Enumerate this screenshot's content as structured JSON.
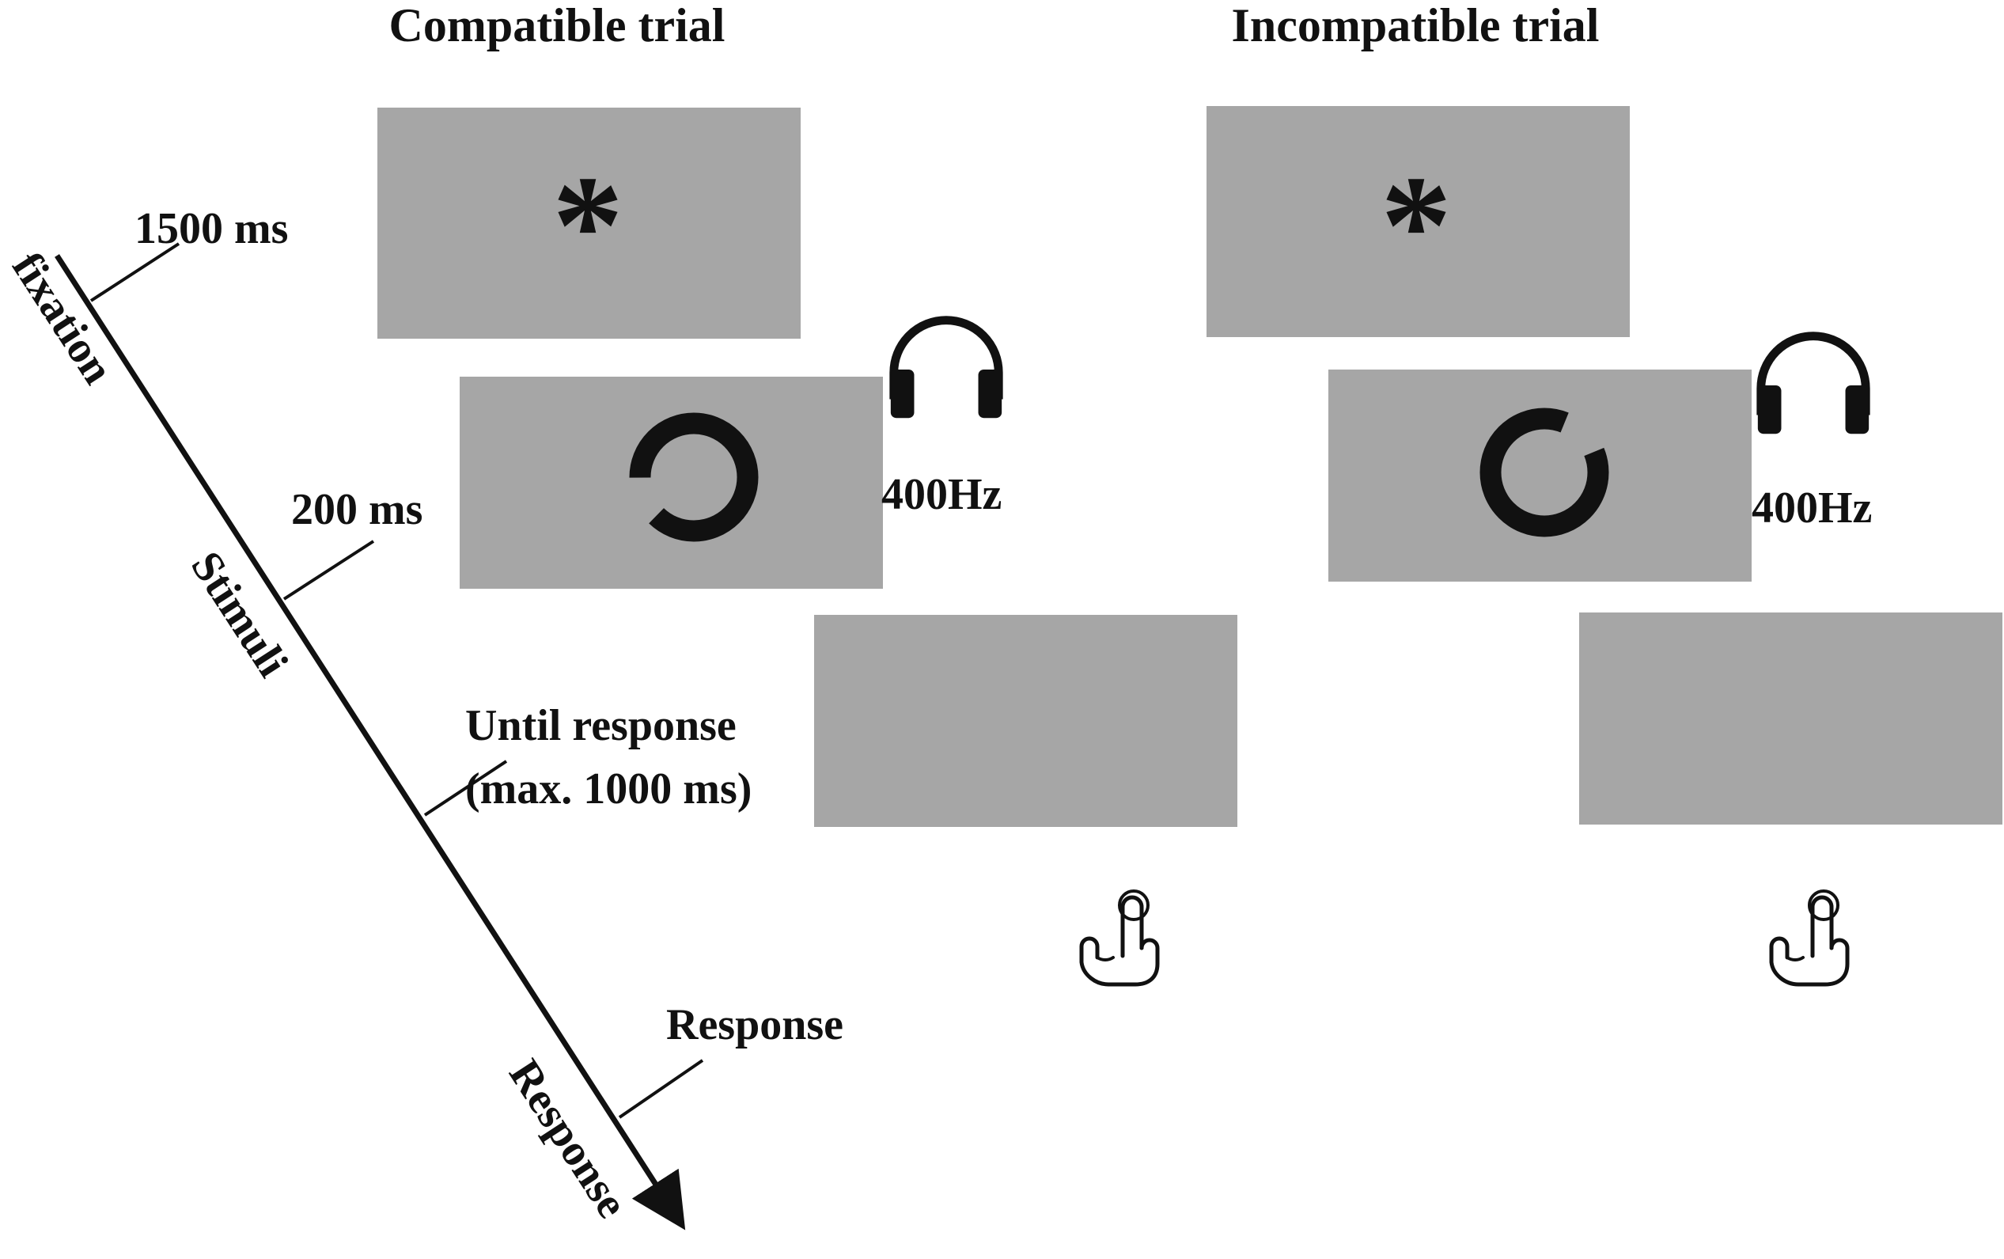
{
  "colors": {
    "screen": "#a6a6a6",
    "ink": "#111111",
    "background": "#ffffff"
  },
  "conditions": {
    "compatible": {
      "title": "Compatible trial",
      "fixation_symbol": "*",
      "ring_gap_side": "left",
      "tone": "400Hz"
    },
    "incompatible": {
      "title": "Incompatible trial",
      "fixation_symbol": "*",
      "ring_gap_side": "right",
      "tone": "400Hz"
    }
  },
  "timeline": {
    "durations": {
      "fixation": "1500 ms",
      "stimuli": "200 ms",
      "response_line1": "Until response",
      "response_line2": "(max. 1000 ms)",
      "response_tick": "Response"
    },
    "phases": {
      "fixation": "fixation",
      "stimuli": "Stimuli",
      "response": "Response"
    }
  },
  "icons": {
    "tone": "headphones-icon",
    "press": "finger-press-icon"
  }
}
